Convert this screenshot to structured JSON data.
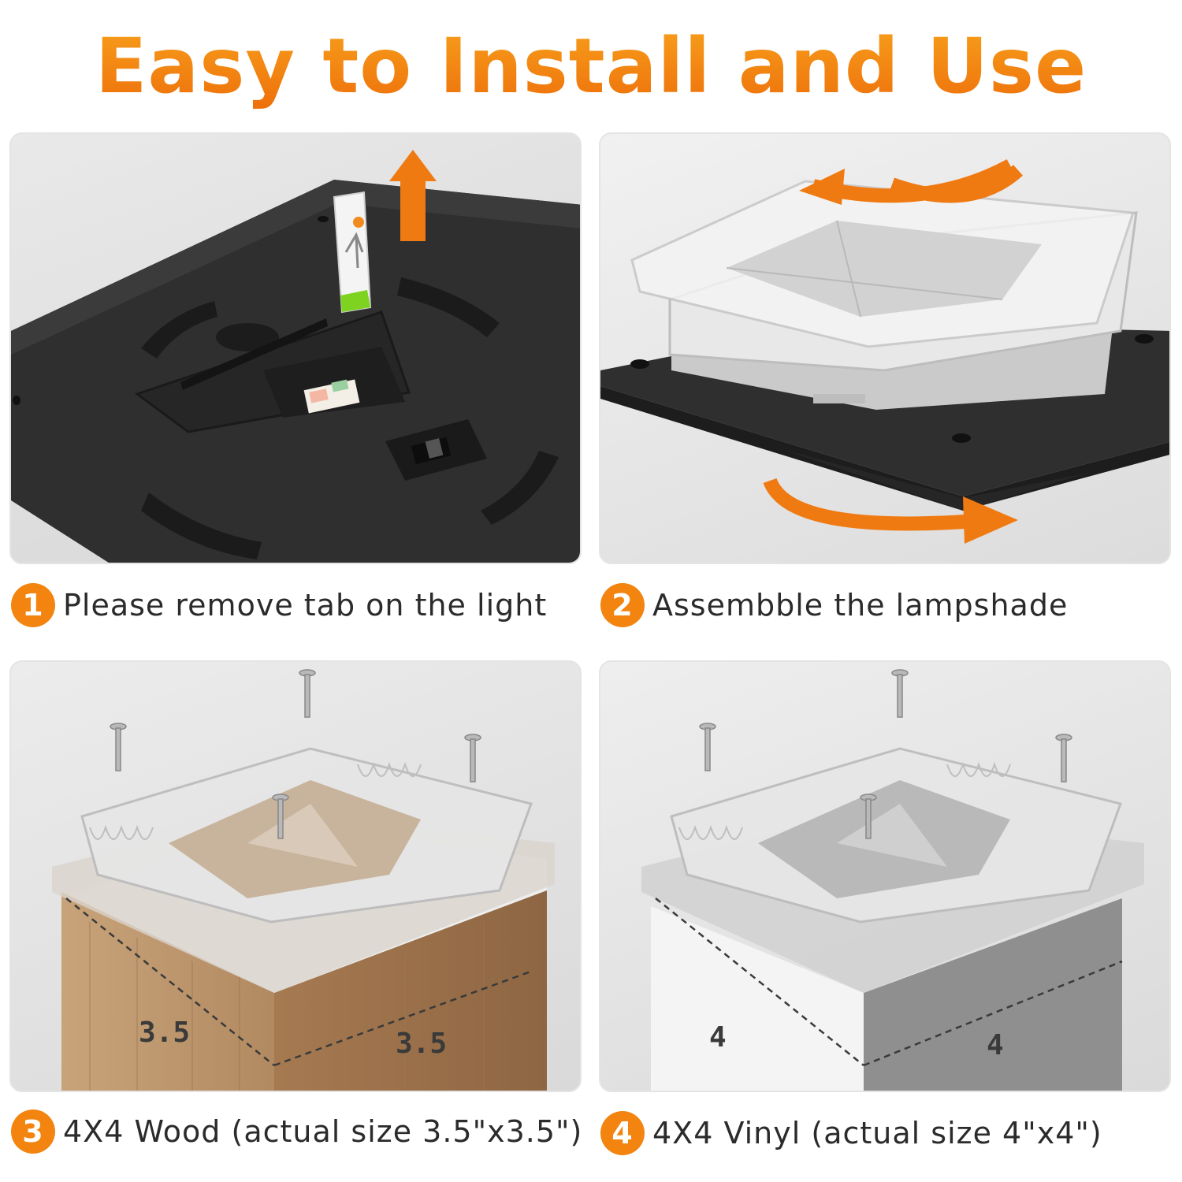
{
  "title": "Easy to Install and Use",
  "colors": {
    "accent": "#f2840f",
    "text": "#2b2b2b"
  },
  "steps": [
    {
      "number": "1",
      "text": "Please remove tab on the light"
    },
    {
      "number": "2",
      "text": "Assembble the lampshade"
    },
    {
      "number": "3",
      "text": "4X4 Wood (actual size 3.5\"x3.5\")"
    },
    {
      "number": "4",
      "text": "4X4 Vinyl (actual size 4\"x4\")"
    }
  ],
  "dimensions": {
    "wood_left": "3.5",
    "wood_right": "3.5",
    "vinyl_left": "4",
    "vinyl_right": "4"
  }
}
